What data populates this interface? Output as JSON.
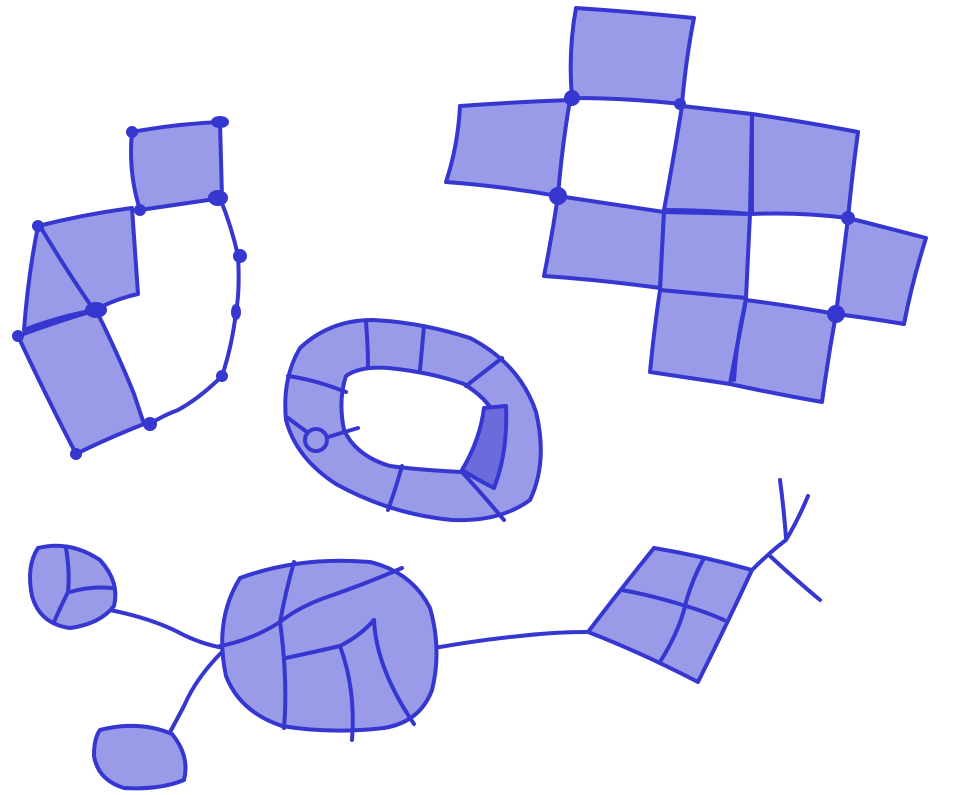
{
  "colors": {
    "fill": "#9a9be8",
    "fill_dark": "#6b6bdc",
    "stroke": "#3636d0",
    "background": "#ffffff"
  },
  "figures": [
    {
      "name": "l-shaped-cell-chain",
      "kind": "cell-complex"
    },
    {
      "name": "checkered-cross-grid",
      "kind": "cell-complex"
    },
    {
      "name": "annulus-ring",
      "kind": "cell-complex"
    },
    {
      "name": "graph-with-blobs",
      "kind": "cell-complex"
    }
  ]
}
